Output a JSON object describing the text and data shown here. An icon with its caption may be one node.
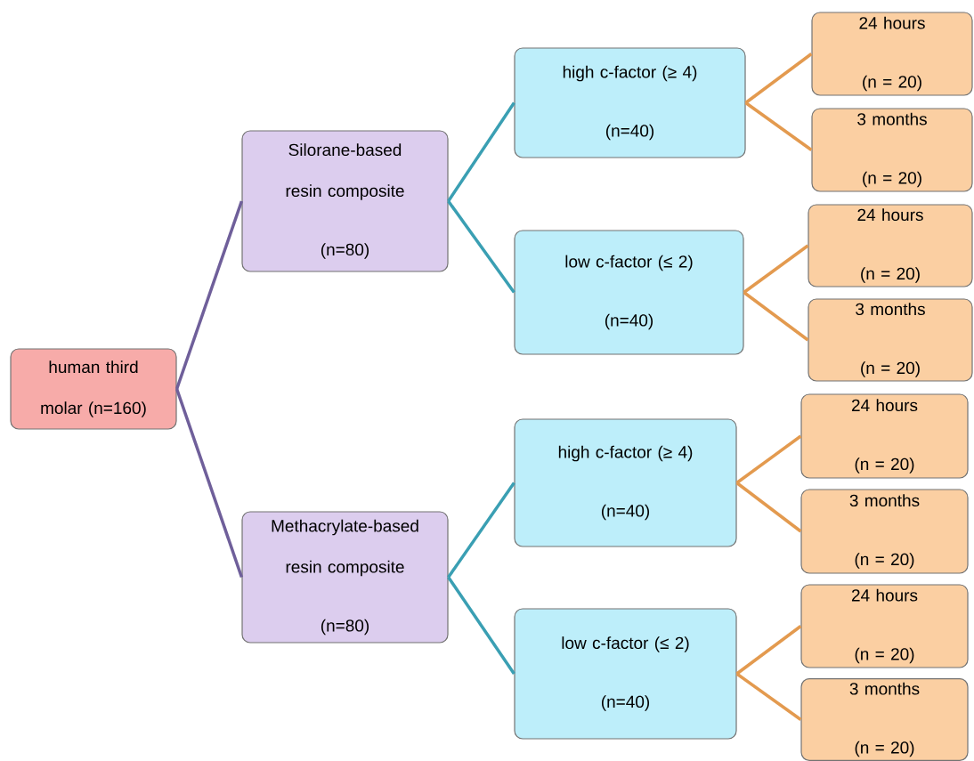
{
  "diagram": {
    "nodes": [
      {
        "text": [
          "human third molar (n=160)"
        ]
      },
      {
        "text": [
          "Silorane-based resin composite",
          "(n=80)"
        ]
      },
      {
        "text": [
          "high c-factor (≥ 4)",
          "(n=40)"
        ]
      },
      {
        "text": [
          "24 hours",
          "(n = 20)"
        ]
      },
      {
        "text": [
          "3 months",
          "(n = 20)"
        ]
      },
      {
        "text": [
          "low c-factor (≤ 2)",
          "(n=40)"
        ]
      },
      {
        "text": [
          "24 hours",
          "(n = 20)"
        ]
      },
      {
        "text": [
          "3 months",
          "(n = 20)"
        ]
      },
      {
        "text": [
          "Methacrylate-based resin composite",
          "(n=80)"
        ]
      },
      {
        "text": [
          "high c-factor (≥ 4)",
          "(n=40)"
        ]
      },
      {
        "text": [
          "24 hours",
          "(n = 20)"
        ]
      },
      {
        "text": [
          "3 months",
          "(n = 20)"
        ]
      },
      {
        "text": [
          "low c-factor (≤ 2)",
          "(n=40)"
        ]
      },
      {
        "text": [
          "24 hours",
          "(n = 20)"
        ]
      },
      {
        "text": [
          "3 months",
          "(n = 20)"
        ]
      }
    ],
    "edges": [
      {
        "from": 0,
        "to": 1,
        "arrow": "none",
        "color": "#6f5f9a"
      },
      {
        "from": 0,
        "to": 8,
        "arrow": "none",
        "color": "#6f5f9a"
      },
      {
        "from": 1,
        "to": 2,
        "arrow": "none",
        "color": "#3a9fb3"
      },
      {
        "from": 1,
        "to": 5,
        "arrow": "none",
        "color": "#3a9fb3"
      },
      {
        "from": 8,
        "to": 9,
        "arrow": "none",
        "color": "#3a9fb3"
      },
      {
        "from": 8,
        "to": 12,
        "arrow": "none",
        "color": "#3a9fb3"
      },
      {
        "from": 2,
        "to": 3,
        "arrow": "none"
      },
      {
        "from": 2,
        "to": 4,
        "arrow": "none"
      },
      {
        "from": 5,
        "to": 6,
        "arrow": "none"
      },
      {
        "from": 5,
        "to": 7,
        "arrow": "none"
      },
      {
        "from": 9,
        "to": 10,
        "arrow": "none"
      },
      {
        "from": 9,
        "to": 11,
        "arrow": "none"
      },
      {
        "from": 12,
        "to": 13,
        "arrow": "none"
      },
      {
        "from": 12,
        "to": 14,
        "arrow": "none"
      }
    ]
  }
}
